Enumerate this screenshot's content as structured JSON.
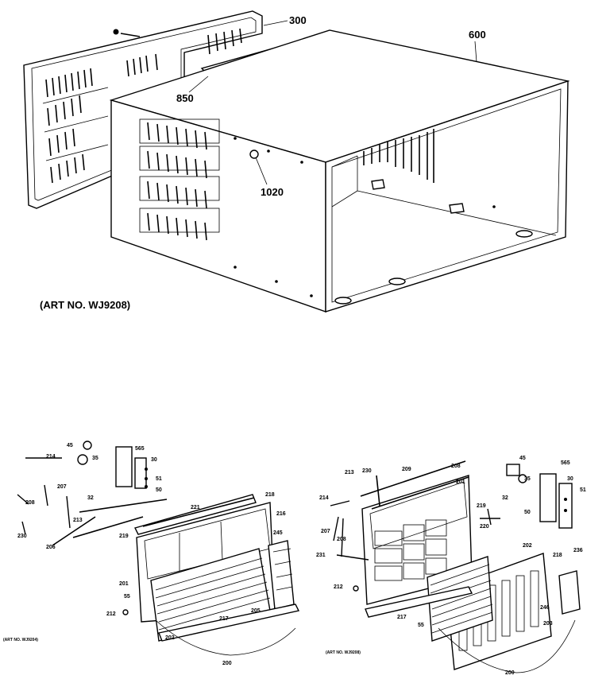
{
  "top_assembly": {
    "callouts": {
      "grille": "300",
      "cabinet": "600",
      "rail": "850",
      "grommet": "1020"
    },
    "art_no": "(ART NO. WJ9208)"
  },
  "left_assembly": {
    "callouts": [
      "45",
      "35",
      "565",
      "30",
      "51",
      "32",
      "50",
      "214",
      "207",
      "208",
      "230",
      "213",
      "206",
      "219",
      "201",
      "221",
      "216",
      "245",
      "55",
      "212",
      "202",
      "217",
      "205",
      "200",
      "218"
    ],
    "art_no": "(ART NO. WJ9204)"
  },
  "right_assembly": {
    "callouts": [
      "230",
      "209",
      "208",
      "213",
      "201",
      "45",
      "565",
      "30",
      "35",
      "51",
      "214",
      "219",
      "32",
      "50",
      "207",
      "208",
      "220",
      "231",
      "202",
      "218",
      "236",
      "212",
      "217",
      "55",
      "246",
      "203",
      "200"
    ],
    "art_no": "(ART NO. WJ9208)"
  }
}
